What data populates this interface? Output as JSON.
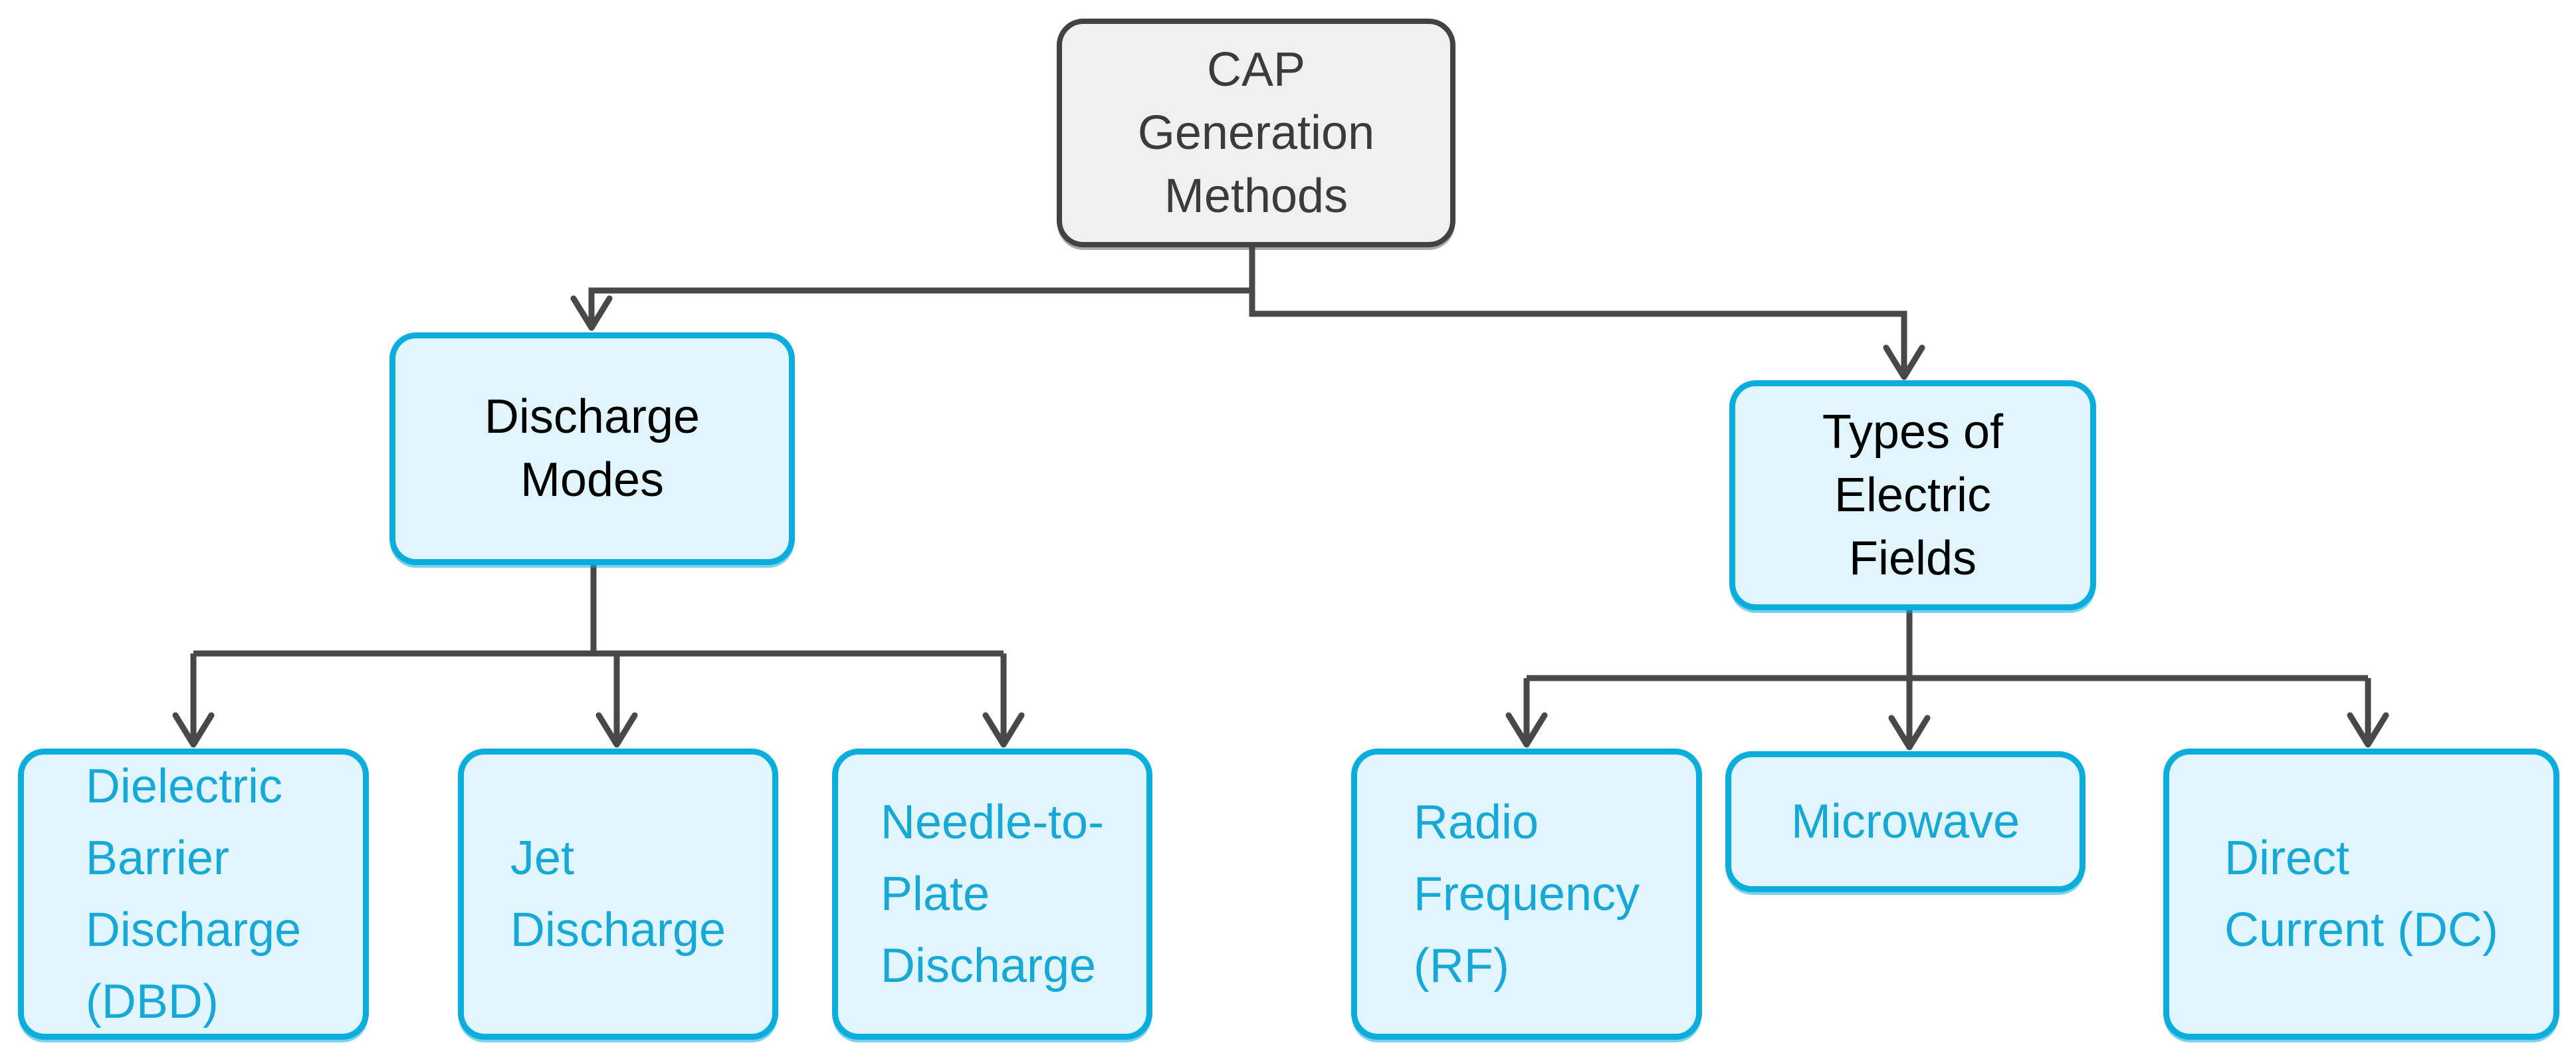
{
  "diagram": {
    "type": "flowchart-top-down",
    "topic": "CAP Generation Methods"
  },
  "nodes": {
    "cap": {
      "label": "CAP\nGeneration\nMethods",
      "role": "root"
    },
    "discharge_modes": {
      "label": "Discharge\nModes",
      "role": "branch"
    },
    "types_fields": {
      "label": "Types of\nElectric\nFields",
      "role": "branch"
    },
    "dbd": {
      "label": "Dielectric\nBarrier\nDischarge\n(DBD)",
      "role": "leaf"
    },
    "jet": {
      "label": "Jet\nDischarge",
      "role": "leaf"
    },
    "needle": {
      "label": "Needle-to-\nPlate\nDischarge",
      "role": "leaf"
    },
    "rf": {
      "label": "Radio\nFrequency\n(RF)",
      "role": "leaf"
    },
    "microwave": {
      "label": "Microwave",
      "role": "leaf"
    },
    "dc": {
      "label": "Direct\nCurrent (DC)",
      "role": "leaf"
    }
  },
  "edges": [
    {
      "from": "cap",
      "to": "discharge_modes"
    },
    {
      "from": "cap",
      "to": "types_fields"
    },
    {
      "from": "discharge_modes",
      "to": "dbd"
    },
    {
      "from": "discharge_modes",
      "to": "jet"
    },
    {
      "from": "discharge_modes",
      "to": "needle"
    },
    {
      "from": "types_fields",
      "to": "rf"
    },
    {
      "from": "types_fields",
      "to": "microwave"
    },
    {
      "from": "types_fields",
      "to": "dc"
    }
  ],
  "colors": {
    "background": "#ffffff",
    "root_fill": "#f0f0f0",
    "root_border": "#424242",
    "root_text": "#3b3b3b",
    "cyan_fill": "#e1f6fc",
    "cyan_border": "#0baddc",
    "branch_text": "#000000",
    "leaf_text": "#17a8d7",
    "edge": "#484848"
  }
}
